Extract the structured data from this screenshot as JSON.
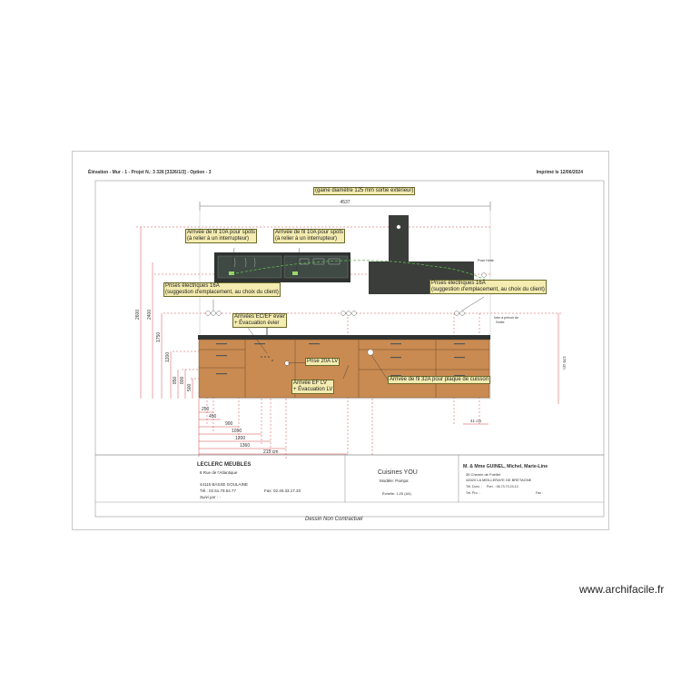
{
  "header": {
    "left": "Élévation - Mur - 1 - Projet N.: 3 326 [3326/1/3] - Option - 3",
    "right": "Imprimé le 12/06/2024"
  },
  "dimensions": {
    "top_width": "4537",
    "heights": [
      "2600",
      "2400",
      "1750",
      "1200",
      "850",
      "800",
      "500"
    ],
    "right_height": "170 cm",
    "right_bottom": "41 cm",
    "bottom": [
      "250",
      "450",
      "900",
      "1050",
      "1200",
      "1360",
      "215 cm"
    ]
  },
  "callouts": {
    "gaine": [
      "(gaine diamètre 125 mm sortie extérieur)"
    ],
    "spots_left": [
      "Arrivée de fil 10A pour spots",
      "(à relier à un interrupteur)"
    ],
    "spots_right": [
      "Arrivée de fil 10A pour spots",
      "(à relier à un interrupteur)"
    ],
    "prises_left": [
      "Prises électriques 16A",
      "(suggestion d'emplacement, au choix du client)"
    ],
    "prises_right": [
      "Prises électriques 16A",
      "(suggestion d'emplacement, au choix du client)"
    ],
    "ec_ef": [
      "Arrivées EC/EF évier",
      "+ Évacuation évier"
    ],
    "prise_20a": [
      "Prise 20A LV"
    ],
    "ef_lv": [
      "Arrivée EF LV",
      "+ Évacuation LV"
    ],
    "fil_32a": [
      "Arrivée de fil 32A pour plaque de cuisson"
    ]
  },
  "notes": {
    "hotte": "Pose Hotte",
    "inter_1": "Inter à prévoir de",
    "inter_2": "l'hotte"
  },
  "title_block": {
    "store_name": "LECLERC MEUBLES",
    "store_street": "8 Rue de l'Atlantique",
    "store_city": "44115 BASSE GOULAINE",
    "store_tel": "Tél.: 02.51.79.54.77",
    "store_fax": "Fax: 02.40.33.17.33",
    "followed_by": "Suivi par : -",
    "brand": "Cuisines YOU",
    "model": "Modèle: Pampa",
    "scale": "Échelle: 1:25 (A4)",
    "client_name": "M. & Mme GUINEL, Michel, Marie-Line",
    "client_street": "35 Chemin de Foéllet",
    "client_city": "44520 LA MEILLERAYE DE BRETAGNE",
    "client_dom": "Tél. Dom. :",
    "client_port": "Port. : 06.73.73.23.13",
    "client_pro": "Tél. Pro. :",
    "client_fax": "Fax :"
  },
  "footer": "Dessin Non Contractuel",
  "watermark": "www.archifacile.fr",
  "colors": {
    "wood": "#c98b52",
    "dark": "#3a3d3a",
    "callout_bg": "#f4ecb0",
    "dimension_red": "#d24848",
    "dashed_green": "#5dbb4a"
  }
}
